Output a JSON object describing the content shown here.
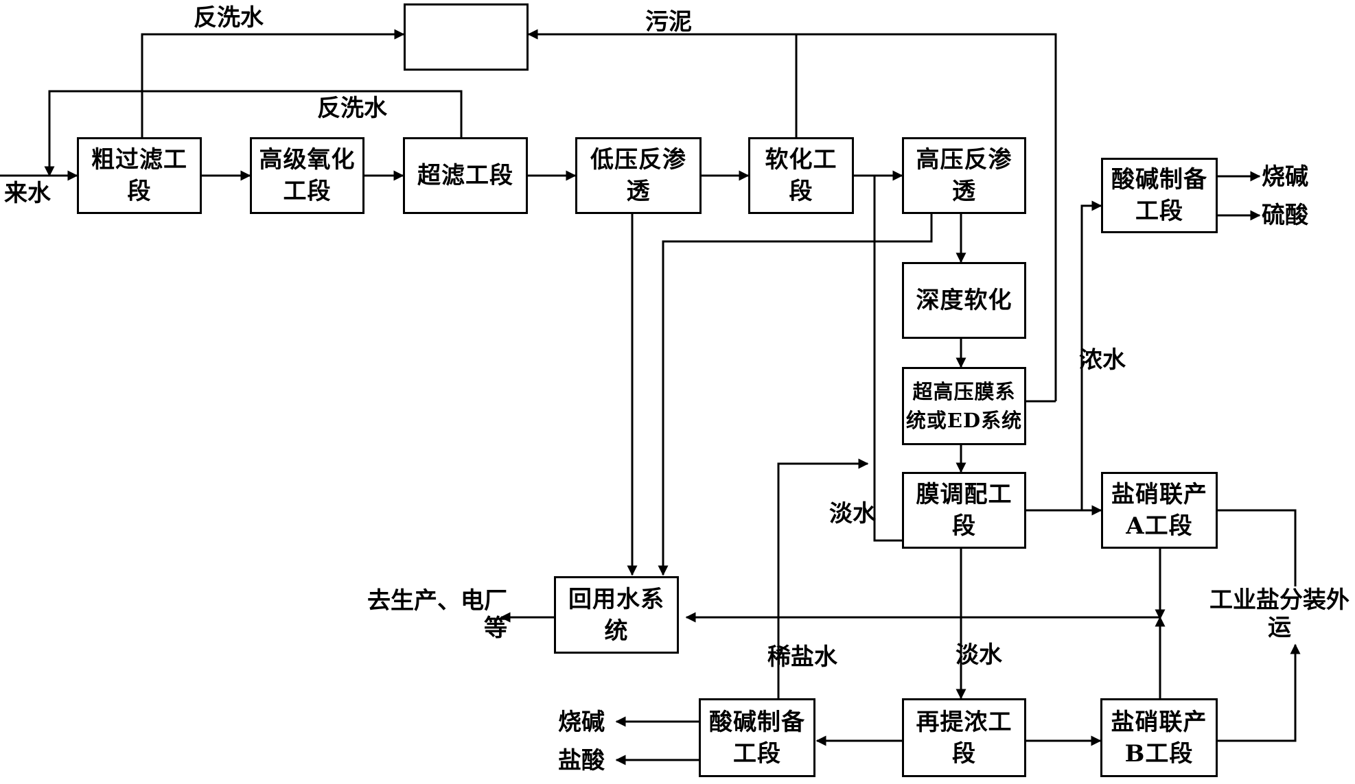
{
  "boxes": {
    "blank": "",
    "coarse_filter": "粗过滤工\n段",
    "advanced_oxidation": "高级氧化\n工段",
    "ultrafiltration": "超滤工段",
    "low_pressure_ro": "低压反渗\n透",
    "softening": "软化工\n段",
    "high_pressure_ro": "高压反渗\n透",
    "deep_softening": "深度软化",
    "ultra_high_pressure": "超高压膜系\n统或ED系统",
    "membrane_blending": "膜调配工\n段",
    "acid_base_top": "酸碱制备\n工段",
    "salt_nitrate_a": "盐硝联产\nA工段",
    "salt_nitrate_b": "盐硝联产\nB工段",
    "reconcentration": "再提浓工\n段",
    "acid_base_bottom": "酸碱制备\n工段",
    "recycle_water": "回用水系\n统"
  },
  "labels": {
    "backwash_top": "反洗水",
    "sludge": "污泥",
    "backwash_mid": "反洗水",
    "incoming_water": "来水",
    "caustic_soda_top": "烧碱",
    "sulfuric_acid": "硫酸",
    "concentrate": "浓水",
    "fresh_water_left": "淡水",
    "fresh_water_bottom": "淡水",
    "dilute_brine": "稀盐水",
    "to_production": "去生产、电厂\n等",
    "industrial_salt": "工业盐分装外\n运",
    "caustic_soda_bottom": "烧碱",
    "hydrochloric_acid": "盐酸"
  }
}
